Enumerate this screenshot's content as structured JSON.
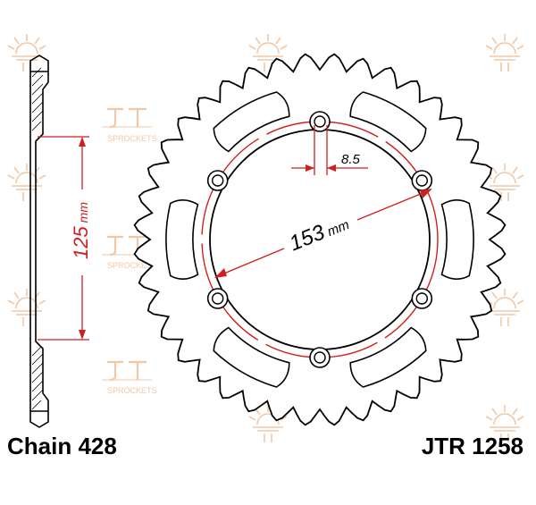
{
  "diagram": {
    "dimensions": {
      "pcd": {
        "value": "153",
        "unit": "mm"
      },
      "hole": {
        "value": "8.5"
      },
      "thickness": {
        "value": "125",
        "unit": "mm"
      }
    },
    "chain_label": "Chain 428",
    "part_number": "JTR 1258",
    "watermark_text": "SPROCKETS",
    "colors": {
      "dimension": "#d11f1f",
      "outline": "#000000",
      "watermark": "#f0c8a8"
    }
  }
}
